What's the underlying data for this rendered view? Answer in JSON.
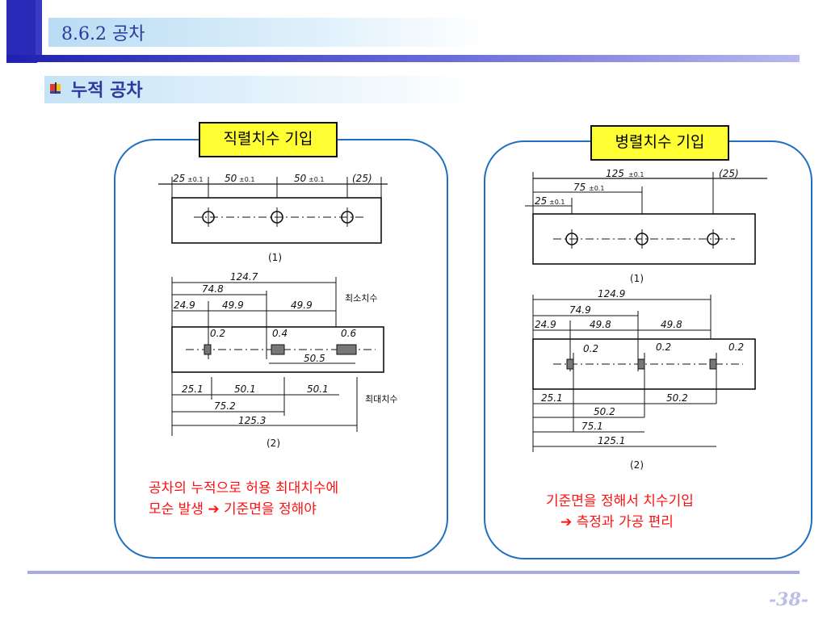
{
  "header": {
    "title": "8.6.2  공차"
  },
  "subtitle": {
    "icon": "bullet-book-icon",
    "text": "누적 공차"
  },
  "left_panel": {
    "label": "직렬치수 기입",
    "fig1": {
      "dims": [
        "25",
        "±0.1",
        "50",
        "±0.1",
        "50",
        "±0.1",
        "(25)"
      ],
      "caption": "(1)"
    },
    "fig2": {
      "top_dims": [
        "124.7",
        "74.8",
        "24.9",
        "49.9",
        "49.9"
      ],
      "clearances": [
        "0.2",
        "0.4",
        "0.6"
      ],
      "inner_dim": "50.5",
      "bottom_dims": [
        "25.1",
        "50.1",
        "50.1",
        "75.2",
        "125.3"
      ],
      "note_min": "최소치수",
      "note_max": "최대치수",
      "caption": "(2)"
    },
    "note_line1": "공차의 누적으로 허용 최대치수에",
    "note_line2": "모순 발생 ➔ 기준면을 정해야"
  },
  "right_panel": {
    "label": "병렬치수 기입",
    "fig1": {
      "dims": [
        "125",
        "±0.1",
        "(25)",
        "75",
        "±0.1",
        "25",
        "±0.1"
      ],
      "caption": "(1)"
    },
    "fig2": {
      "top_dims": [
        "124.9",
        "74.9",
        "24.9",
        "49.8",
        "49.8"
      ],
      "clearances": [
        "0.2",
        "0.2",
        "0.2"
      ],
      "bottom_dims": [
        "25.1",
        "50.2",
        "50.2",
        "75.1",
        "125.1"
      ],
      "caption": "(2)"
    },
    "note_line1": "기준면을 정해서 치수기입",
    "note_line2": "➔ 측정과 가공 편리"
  },
  "footer": {
    "page": "-38-"
  },
  "colors": {
    "header_blue": "#2a2ab8",
    "title_text": "#2a3aa0",
    "panel_border": "#1f6fc0",
    "label_fill": "#ffff33",
    "note_red": "#ff1010",
    "page_num": "#bdbde6"
  }
}
